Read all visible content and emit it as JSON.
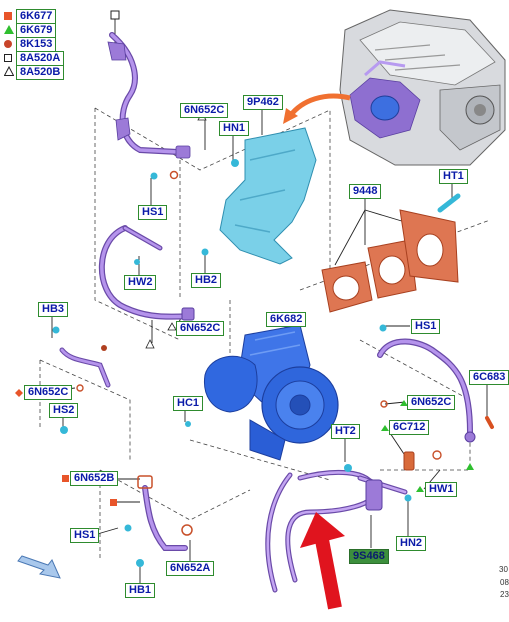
{
  "legend": [
    {
      "symbol": "square-filled",
      "code": "6K677"
    },
    {
      "symbol": "triangle-filled",
      "code": "6K679"
    },
    {
      "symbol": "circle-filled",
      "code": "8K153"
    },
    {
      "symbol": "square-open",
      "code": "8A520A"
    },
    {
      "symbol": "triangle-open",
      "code": "8A520B"
    }
  ],
  "callouts": {
    "c_6n652c_top": "6N652C",
    "c_9p462": "9P462",
    "c_hn1": "HN1",
    "c_hs1_left": "HS1",
    "c_hw2": "HW2",
    "c_hb2": "HB2",
    "c_9448": "9448",
    "c_ht1": "HT1",
    "c_6k682": "6K682",
    "c_6n652c_mid": "6N652C",
    "c_hb3": "HB3",
    "c_6n652c_left": "6N652C",
    "c_hs2": "HS2",
    "c_hs1_right": "HS1",
    "c_6c683": "6C683",
    "c_6n652c_right": "6N652C",
    "c_hc1": "HC1",
    "c_ht2": "HT2",
    "c_6c712": "6C712",
    "c_hw1": "HW1",
    "c_6n652b": "6N652B",
    "c_hs1_bottom": "HS1",
    "c_hn2": "HN2",
    "c_9s468": "9S468",
    "c_6n652a": "6N652A",
    "c_hb1": "HB1"
  },
  "corner_text": [
    "30",
    "08",
    "23"
  ],
  "colors": {
    "callout_border": "#2e8b2e",
    "callout_text": "#0a1aa8",
    "pipe": "#a070d8",
    "turbo": "#2a62d8",
    "heat_shield": "#6cc4e0",
    "gasket": "#d0603a",
    "arrow": "#e0141e"
  }
}
